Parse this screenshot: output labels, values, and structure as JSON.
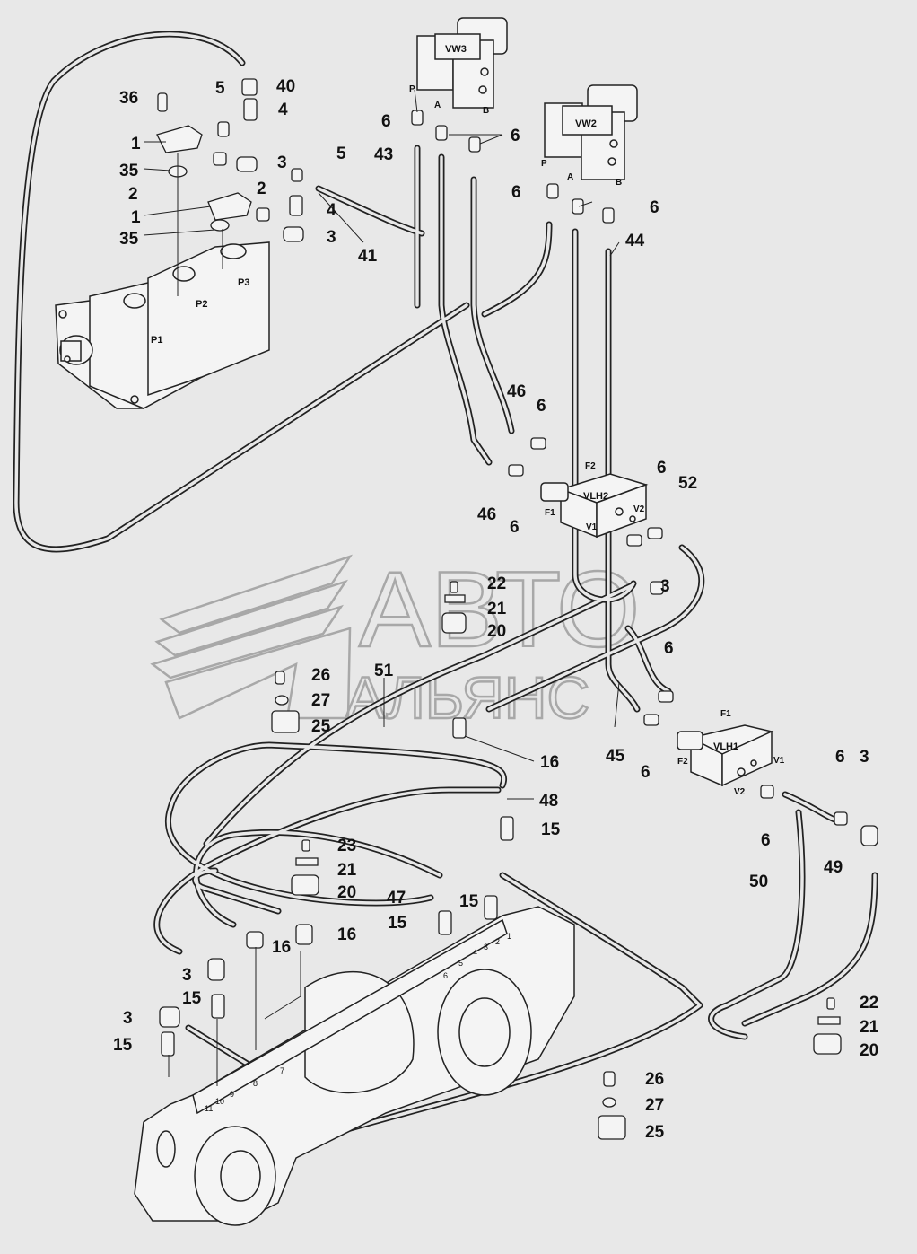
{
  "watermark": {
    "line1": "АВТО",
    "line2": "АЛЬЯНС"
  },
  "components": {
    "p1": "P1",
    "p2": "P2",
    "p3": "P3",
    "vw3": "VW3",
    "vw2": "VW2",
    "vlh2": "VLH2",
    "vlh1": "VLH1"
  },
  "ports": {
    "vw3_p": "P",
    "vw3_a": "A",
    "vw3_b": "B",
    "vw2_p": "P",
    "vw2_a": "A",
    "vw2_b": "B",
    "vlh2_f1": "F1",
    "vlh2_f2": "F2",
    "vlh2_v1": "V1",
    "vlh2_v2": "V2",
    "vlh1_f1": "F1",
    "vlh1_f2": "F2",
    "vlh1_v1": "V1",
    "vlh1_v2": "V2"
  },
  "callouts": [
    "36",
    "40",
    "5",
    "4",
    "1",
    "3",
    "35",
    "2",
    "5",
    "2",
    "1",
    "4",
    "35",
    "3",
    "41",
    "6",
    "43",
    "6",
    "6",
    "6",
    "44",
    "46",
    "6",
    "46",
    "6",
    "6",
    "52",
    "22",
    "21",
    "3",
    "20",
    "26",
    "51",
    "27",
    "25",
    "6",
    "45",
    "6",
    "16",
    "6",
    "3",
    "48",
    "15",
    "6",
    "23",
    "49",
    "21",
    "50",
    "20",
    "47",
    "15",
    "15",
    "16",
    "16",
    "3",
    "15",
    "3",
    "15",
    "22",
    "21",
    "20",
    "26",
    "27",
    "25"
  ],
  "frame_holes": [
    "1",
    "2",
    "3",
    "4",
    "5",
    "6",
    "7",
    "8",
    "9",
    "10",
    "11"
  ]
}
